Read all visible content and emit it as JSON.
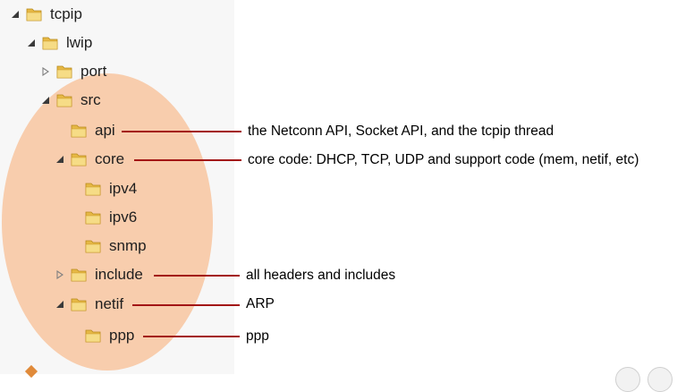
{
  "tree": [
    {
      "id": "tcpip",
      "label": "tcpip",
      "toggle": "expanded"
    },
    {
      "id": "lwip",
      "label": "lwip",
      "toggle": "expanded"
    },
    {
      "id": "port",
      "label": "port",
      "toggle": "collapsed"
    },
    {
      "id": "src",
      "label": "src",
      "toggle": "expanded"
    },
    {
      "id": "api",
      "label": "api",
      "toggle": "none"
    },
    {
      "id": "core",
      "label": "core",
      "toggle": "expanded"
    },
    {
      "id": "ipv4",
      "label": "ipv4",
      "toggle": "none"
    },
    {
      "id": "ipv6",
      "label": "ipv6",
      "toggle": "none"
    },
    {
      "id": "snmp",
      "label": "snmp",
      "toggle": "none"
    },
    {
      "id": "include",
      "label": "include",
      "toggle": "collapsed"
    },
    {
      "id": "netif",
      "label": "netif",
      "toggle": "expanded"
    },
    {
      "id": "ppp",
      "label": "ppp",
      "toggle": "none"
    }
  ],
  "annotations": {
    "api": "the Netconn API, Socket API, and the tcpip thread",
    "core": "core code: DHCP, TCP, UDP and support code (mem, netif, etc)",
    "include": "all headers and includes",
    "netif": "ARP",
    "ppp": "ppp"
  },
  "icons": {
    "folder": "folder-icon",
    "expanded": "triangle-expanded-icon",
    "collapsed": "triangle-collapsed-icon"
  },
  "colors": {
    "highlight": "#f7c9a6",
    "leader": "#a31515",
    "folder_body": "#e6b845",
    "folder_light": "#f6dc86"
  }
}
